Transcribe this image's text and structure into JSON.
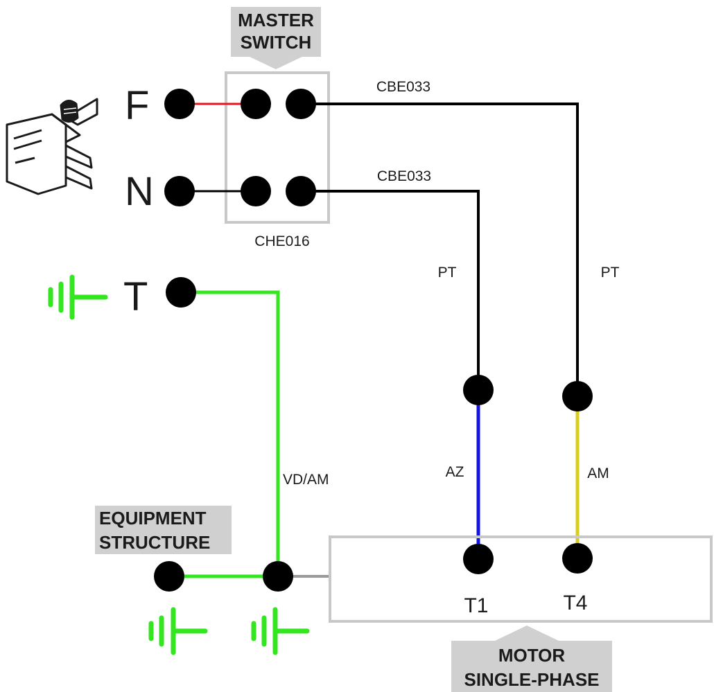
{
  "colors": {
    "phase_jumper": "#e8141e",
    "black_wire": "#000000",
    "ground_wire": "#33e61f",
    "blue_wire": "#1414e0",
    "yellow_wire": "#d8cc1e",
    "box_outline": "#c8c8c8",
    "callout_fill": "#d0d0d0",
    "ground_symbol": "#33e61f"
  },
  "supply": {
    "phase_label": "F",
    "neutral_label": "N",
    "earth_label": "T"
  },
  "master_switch": {
    "title_line1": "MASTER",
    "title_line2": "SWITCH",
    "code": "CHE016"
  },
  "wires": {
    "phase_cable": "CBE033",
    "neutral_cable": "CBE033",
    "left_drop": "PT",
    "right_drop": "PT",
    "ground_cable": "VD/AM",
    "t1_lead": "AZ",
    "t4_lead": "AM"
  },
  "equipment": {
    "title_line1": "EQUIPMENT",
    "title_line2": "STRUCTURE"
  },
  "motor": {
    "terminal_1": "T1",
    "terminal_2": "T4",
    "title_line1": "MOTOR",
    "title_line2": "SINGLE-PHASE"
  },
  "icons": [
    "power-plug-icon",
    "ground-symbol-icon"
  ]
}
